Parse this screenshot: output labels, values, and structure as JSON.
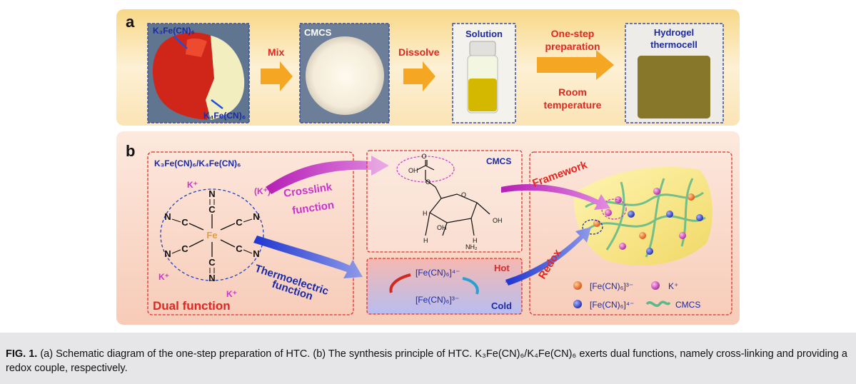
{
  "panel_a": {
    "label": "a",
    "k3_label": "K₃Fe(CN)₆",
    "k4_label": "K₄Fe(CN)₆",
    "mix": "Mix",
    "cmcs": "CMCS",
    "dissolve": "Dissolve",
    "solution": "Solution",
    "one_step_1": "One-step",
    "one_step_2": "preparation",
    "room_1": "Room",
    "room_2": "temperature",
    "hydrogel_1": "Hydrogel",
    "hydrogel_2": "thermocell"
  },
  "panel_b": {
    "label": "b",
    "ferri_title": "K₃Fe(CN)₆/K₄Fe(CN)₆",
    "k_plus": "K⁺",
    "k_plus_paren": "(K⁺)",
    "crosslink_1": "Crosslink",
    "crosslink_2": "function",
    "thermo_1": "Thermoelectric",
    "thermo_2": "function",
    "dual_function": "Dual function",
    "cmcs_title": "CMCS",
    "oh": "OH",
    "nh2": "NH₂",
    "h": "H",
    "o": "O",
    "fe": "Fe",
    "n": "N",
    "c": "C",
    "hot": "Hot",
    "cold": "Cold",
    "fecn4": "[Fe(CN)₆]⁴⁻",
    "fecn3": "[Fe(CN)₆]³⁻",
    "framework": "Framework",
    "redox": "Redox",
    "legend_fecn3": "[Fe(CN)₆]³⁻",
    "legend_k": "K⁺",
    "legend_fecn4": "[Fe(CN)₆]⁴⁻",
    "legend_cmcs": "CMCS"
  },
  "caption": {
    "fig": "FIG. 1.",
    "text": " (a) Schematic diagram of the one-step preparation of HTC. (b) The synthesis principle of HTC. K₃Fe(CN)₆/K₄Fe(CN)₆ exerts dual functions, namely cross-linking and providing a redox couple, respectively."
  },
  "colors": {
    "panel_a_bg": "#fbe4b3",
    "panel_b_bg": "#fbe0d2",
    "red_text": "#e52520",
    "blue_text": "#1f2db5",
    "magenta": "#cc33cc",
    "arrow_orange": "#f5a623"
  }
}
